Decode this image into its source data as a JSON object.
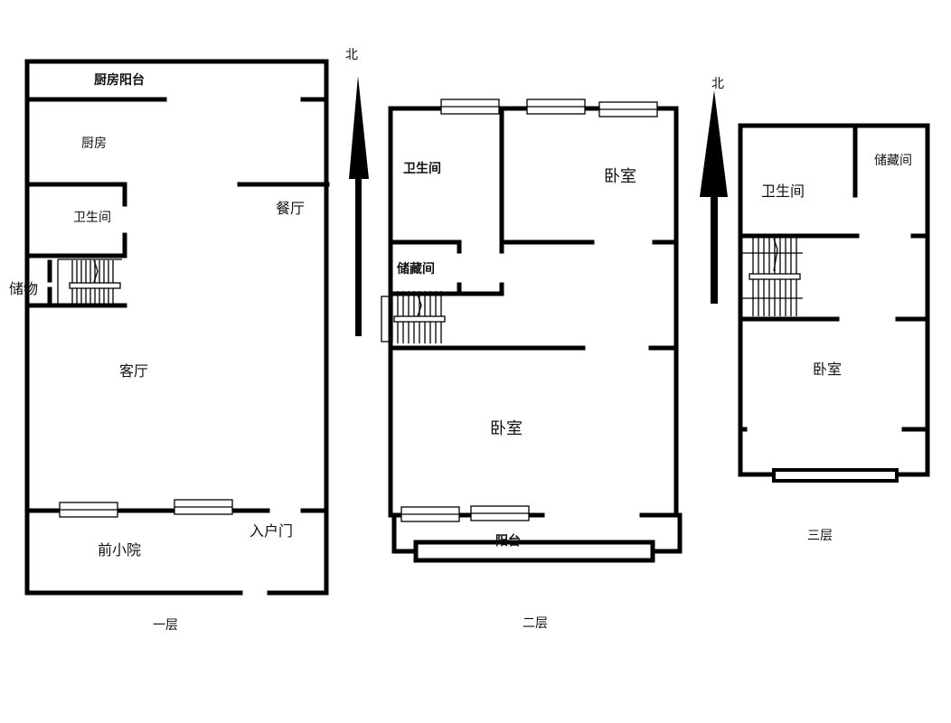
{
  "floors": [
    {
      "name": "一层",
      "rooms": [
        {
          "label": "厨房阳台"
        },
        {
          "label": "厨房"
        },
        {
          "label": "卫生间"
        },
        {
          "label": "餐厅"
        },
        {
          "label": "储物"
        },
        {
          "label": "客厅"
        },
        {
          "label": "入户门"
        },
        {
          "label": "前小院"
        }
      ]
    },
    {
      "name": "二层",
      "rooms": [
        {
          "label": "卫生间"
        },
        {
          "label": "卧室"
        },
        {
          "label": "储藏间"
        },
        {
          "label": "卧室"
        },
        {
          "label": "阳台"
        }
      ]
    },
    {
      "name": "三层",
      "rooms": [
        {
          "label": "卫生间"
        },
        {
          "label": "储藏间"
        },
        {
          "label": "卧室"
        }
      ]
    }
  ],
  "compass": [
    {
      "label": "北"
    },
    {
      "label": "北"
    }
  ],
  "colors": {
    "wall": "#000000",
    "background": "#ffffff"
  }
}
